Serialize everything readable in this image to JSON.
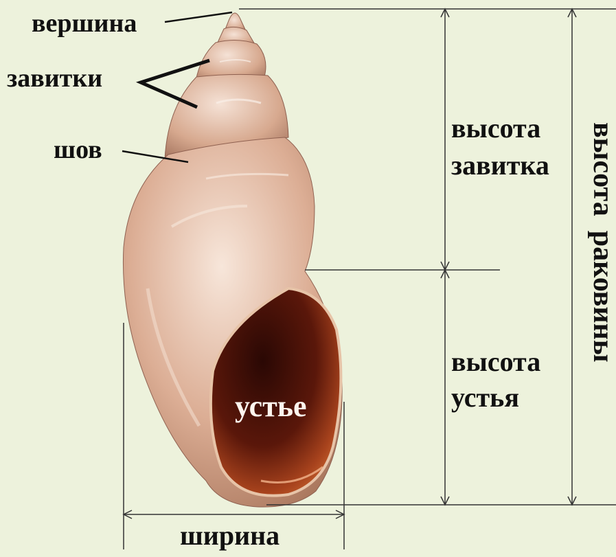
{
  "labels": {
    "apex": "вершина",
    "whorls": "завитки",
    "suture": "шов",
    "aperture": "устье",
    "width": "ширина",
    "spire_height_line1": "высота",
    "spire_height_line2": "завитка",
    "aperture_height_line1": "высота",
    "aperture_height_line2": "устья",
    "shell_height": "высота  раковины"
  },
  "colors": {
    "background": "#edf2dc",
    "shell_light": "#f2d9c8",
    "shell_mid": "#d9ab92",
    "shell_dark": "#a9765c",
    "aperture_outer": "#c45a26",
    "aperture_inner": "#3b0d06",
    "line": "#333333"
  }
}
